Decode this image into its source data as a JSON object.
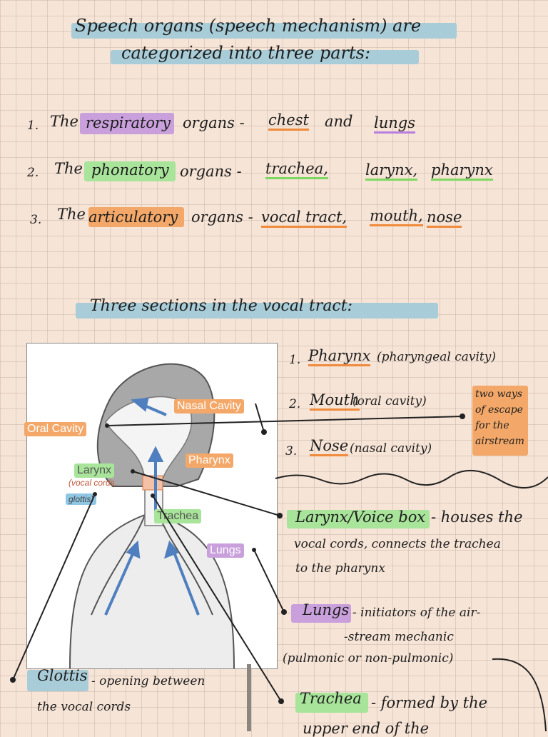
{
  "heading": {
    "line1": "Speech organs (speech mechanism) are",
    "line2": "categorized into three parts:"
  },
  "parts": [
    {
      "num": "1.",
      "the": "The",
      "term": "respiratory",
      "rest": "organs -",
      "a": "chest",
      "and": "and",
      "b": "lungs"
    },
    {
      "num": "2.",
      "the": "The",
      "term": "phonatory",
      "rest": "organs -",
      "a": "trachea,",
      "b": "larynx,",
      "c": "pharynx"
    },
    {
      "num": "3.",
      "the": "The",
      "term": "articulatory",
      "rest": "organs -",
      "a": "vocal tract,",
      "b": "mouth,",
      "c": "nose"
    }
  ],
  "sections_heading": "Three sections in the vocal tract:",
  "sections": [
    {
      "num": "1.",
      "name": "Pharynx",
      "detail": "(pharyngeal cavity)"
    },
    {
      "num": "2.",
      "name": "Mouth",
      "detail": "(oral cavity)"
    },
    {
      "num": "3.",
      "name": "Nose",
      "detail": "(nasal cavity)"
    }
  ],
  "escape_note": [
    "two ways",
    "of escape",
    "for the",
    "airstream"
  ],
  "diagram_labels": {
    "nasal_cavity": "Nasal Cavity",
    "oral_cavity": "Oral Cavity",
    "pharynx": "Pharynx",
    "larynx": "Larynx",
    "vocal_cords": "(vocal cords,",
    "glottis": "glottis)",
    "trachea": "Trachea",
    "lungs": "Lungs"
  },
  "notes": {
    "larynx_term": "Larynx/Voice box",
    "larynx_text1": "- houses the",
    "larynx_text2": "vocal cords, connects the trachea",
    "larynx_text3": "to the pharynx",
    "lungs_term": "Lungs",
    "lungs_text1": "- initiators of the air-",
    "lungs_text2": "-stream mechanic",
    "lungs_text3": "(pulmonic or non-pulmonic)",
    "glottis_term": "Glottis",
    "glottis_text1": "- opening between",
    "glottis_text2": "the vocal cords",
    "trachea_term": "Trachea",
    "trachea_text1": "- formed by the",
    "trachea_text2": "upper end of the"
  },
  "colors": {
    "blue_highlight": "#a9cdd8",
    "purple_highlight": "#c9a0dc",
    "green_highlight": "#a8e49a",
    "orange_highlight": "#f3a869"
  }
}
